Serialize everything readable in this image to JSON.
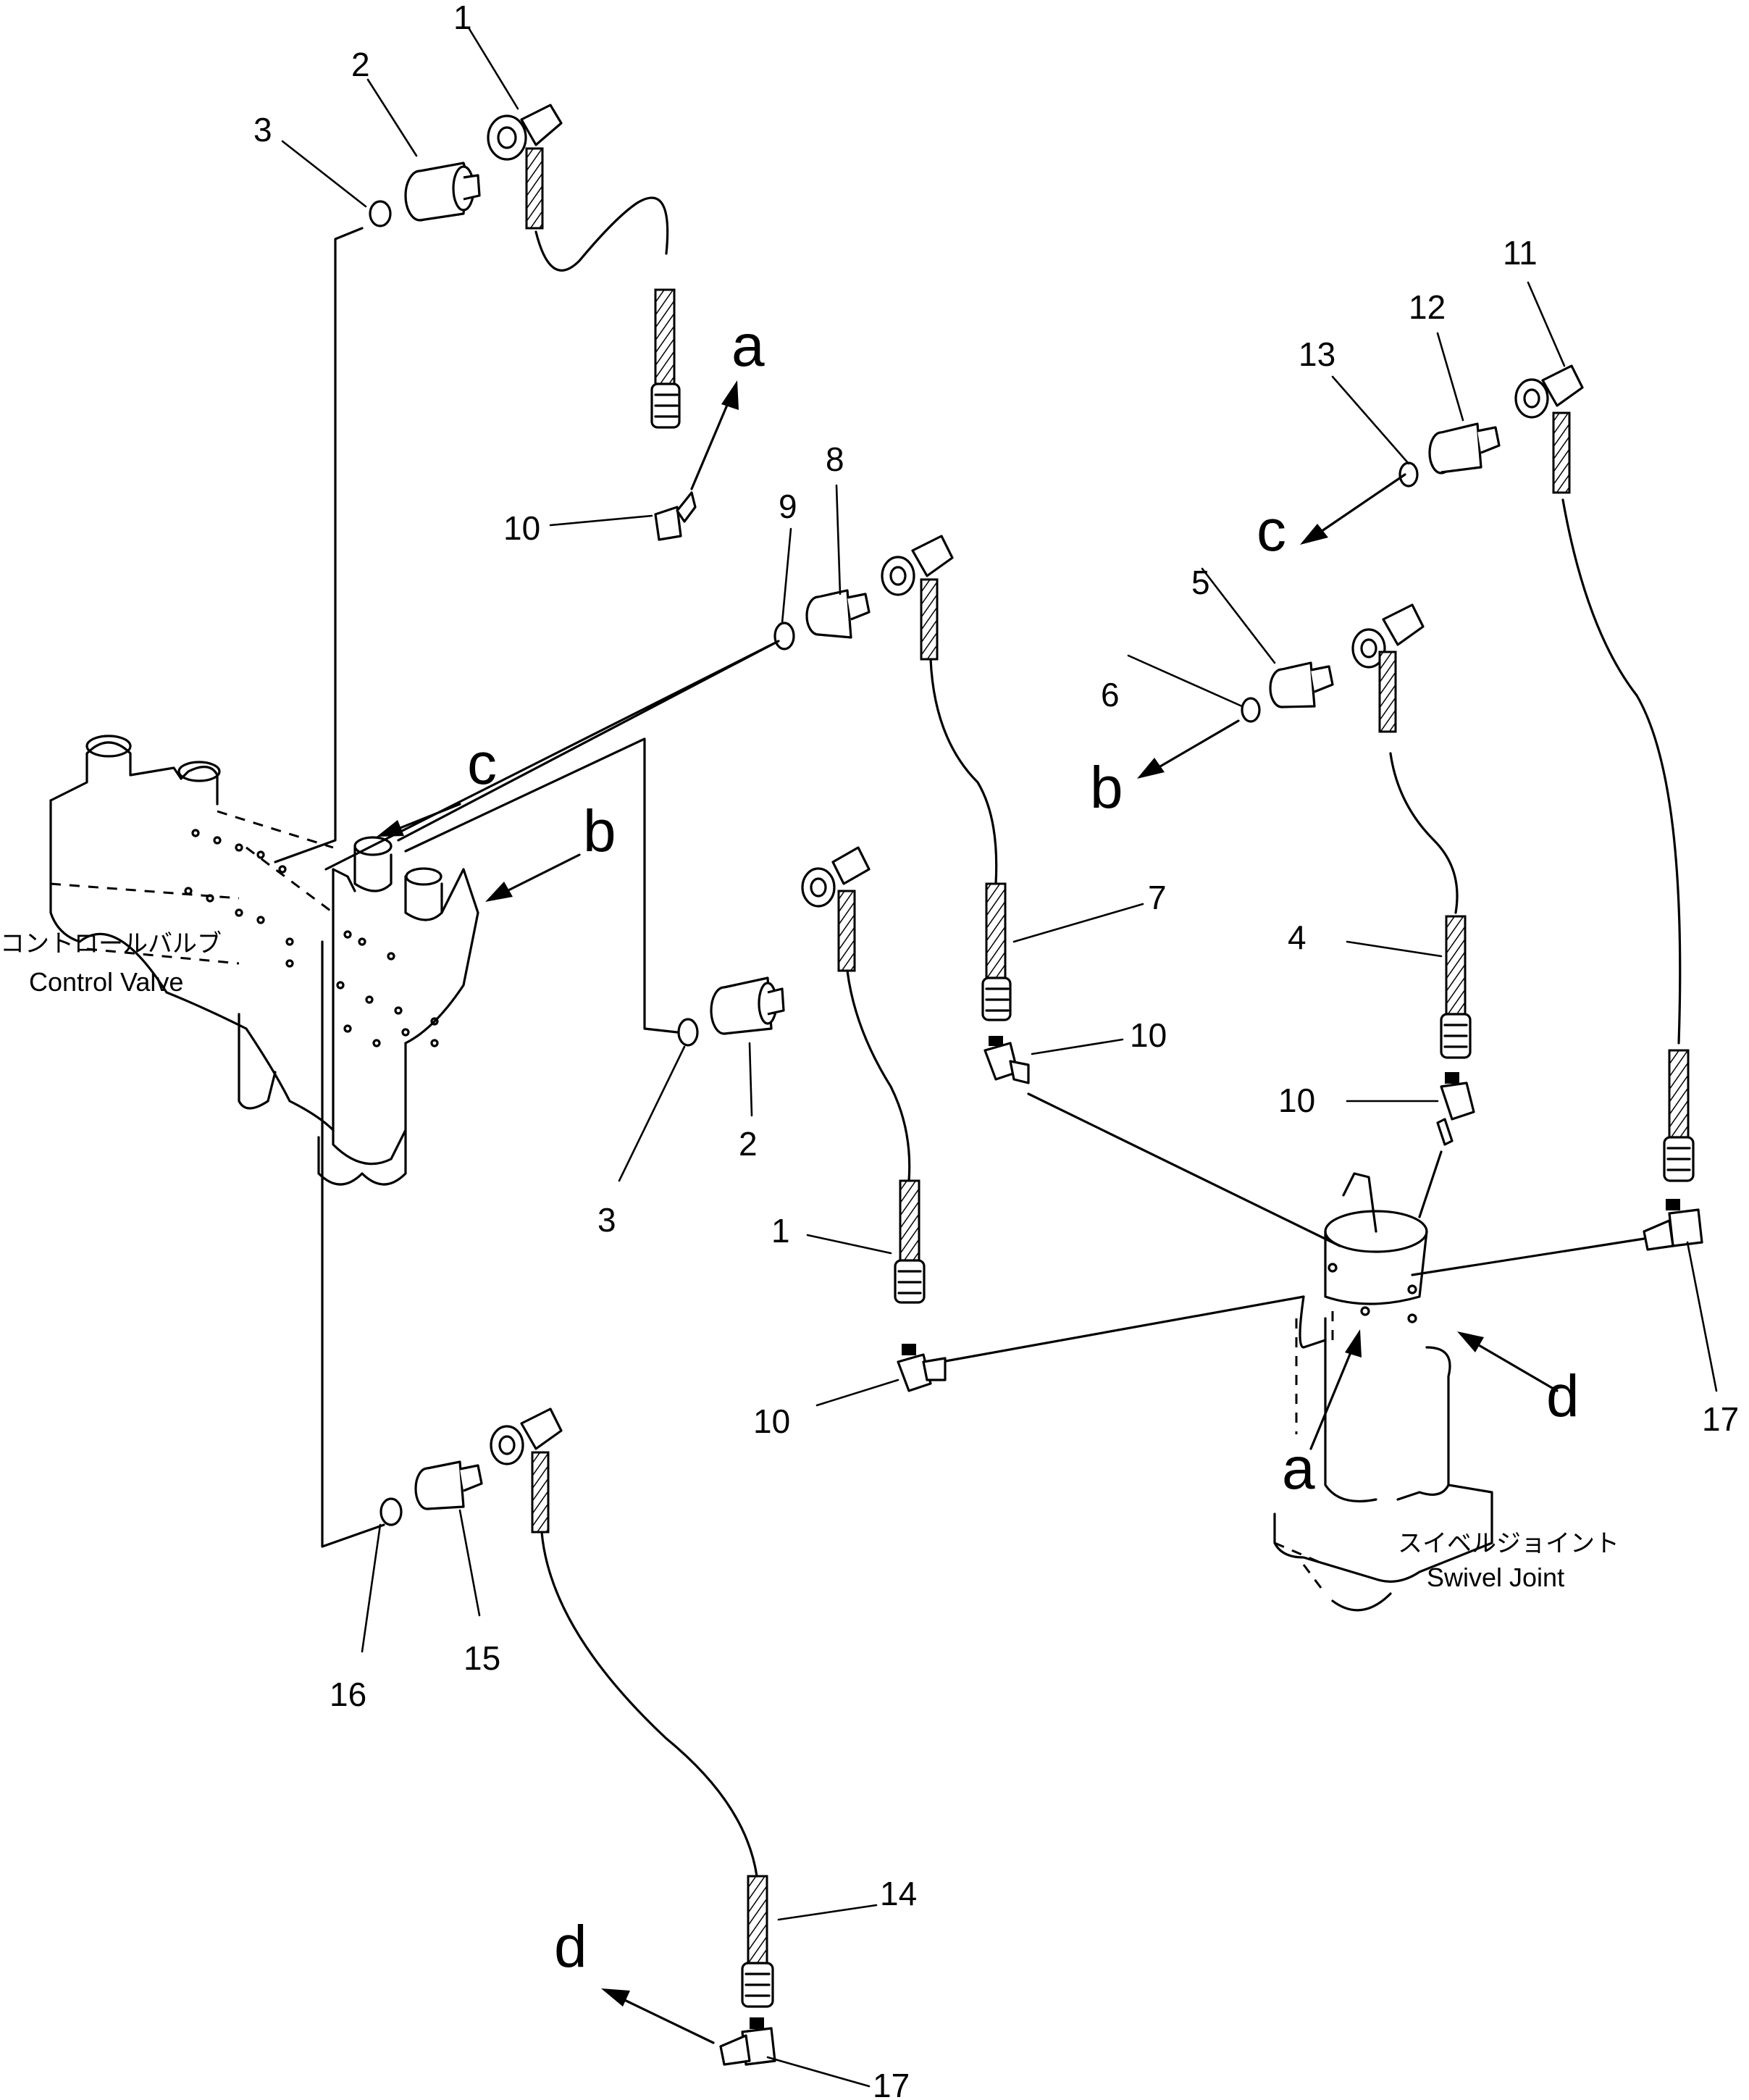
{
  "labels": {
    "control_valve_jp": "コントロールバルブ",
    "control_valve_en": "Control Valve",
    "swivel_joint_jp": "スイベルジョイント",
    "swivel_joint_en": "Swivel Joint"
  },
  "connection_letters": {
    "a": "a",
    "b": "b",
    "c": "c",
    "d": "d"
  },
  "part_numbers": {
    "n1": "1",
    "n2": "2",
    "n3": "3",
    "n4": "4",
    "n5": "5",
    "n6": "6",
    "n7": "7",
    "n8": "8",
    "n9": "9",
    "n10": "10",
    "n11": "11",
    "n12": "12",
    "n13": "13",
    "n14": "14",
    "n15": "15",
    "n16": "16",
    "n17": "17"
  }
}
